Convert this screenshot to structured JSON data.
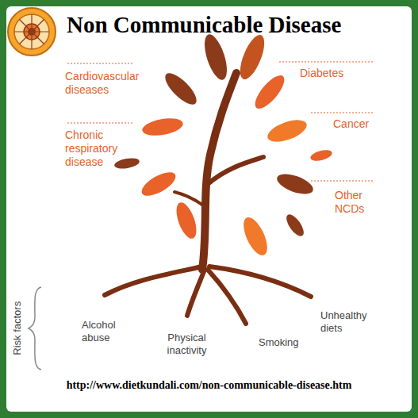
{
  "diagram": {
    "title": "Non Communicable Disease",
    "labels": [
      "Cardiovascular diseases",
      "Diabetes",
      "Chronic respiratory disease",
      "Cancer",
      "Other NCDs",
      "Risk factors",
      "Alcohol abuse",
      "Physical inactivity",
      "Smoking",
      "Unhealthy diets",
      "http://www.dietkundali.com/non-communicable-disease.htm"
    ]
  }
}
